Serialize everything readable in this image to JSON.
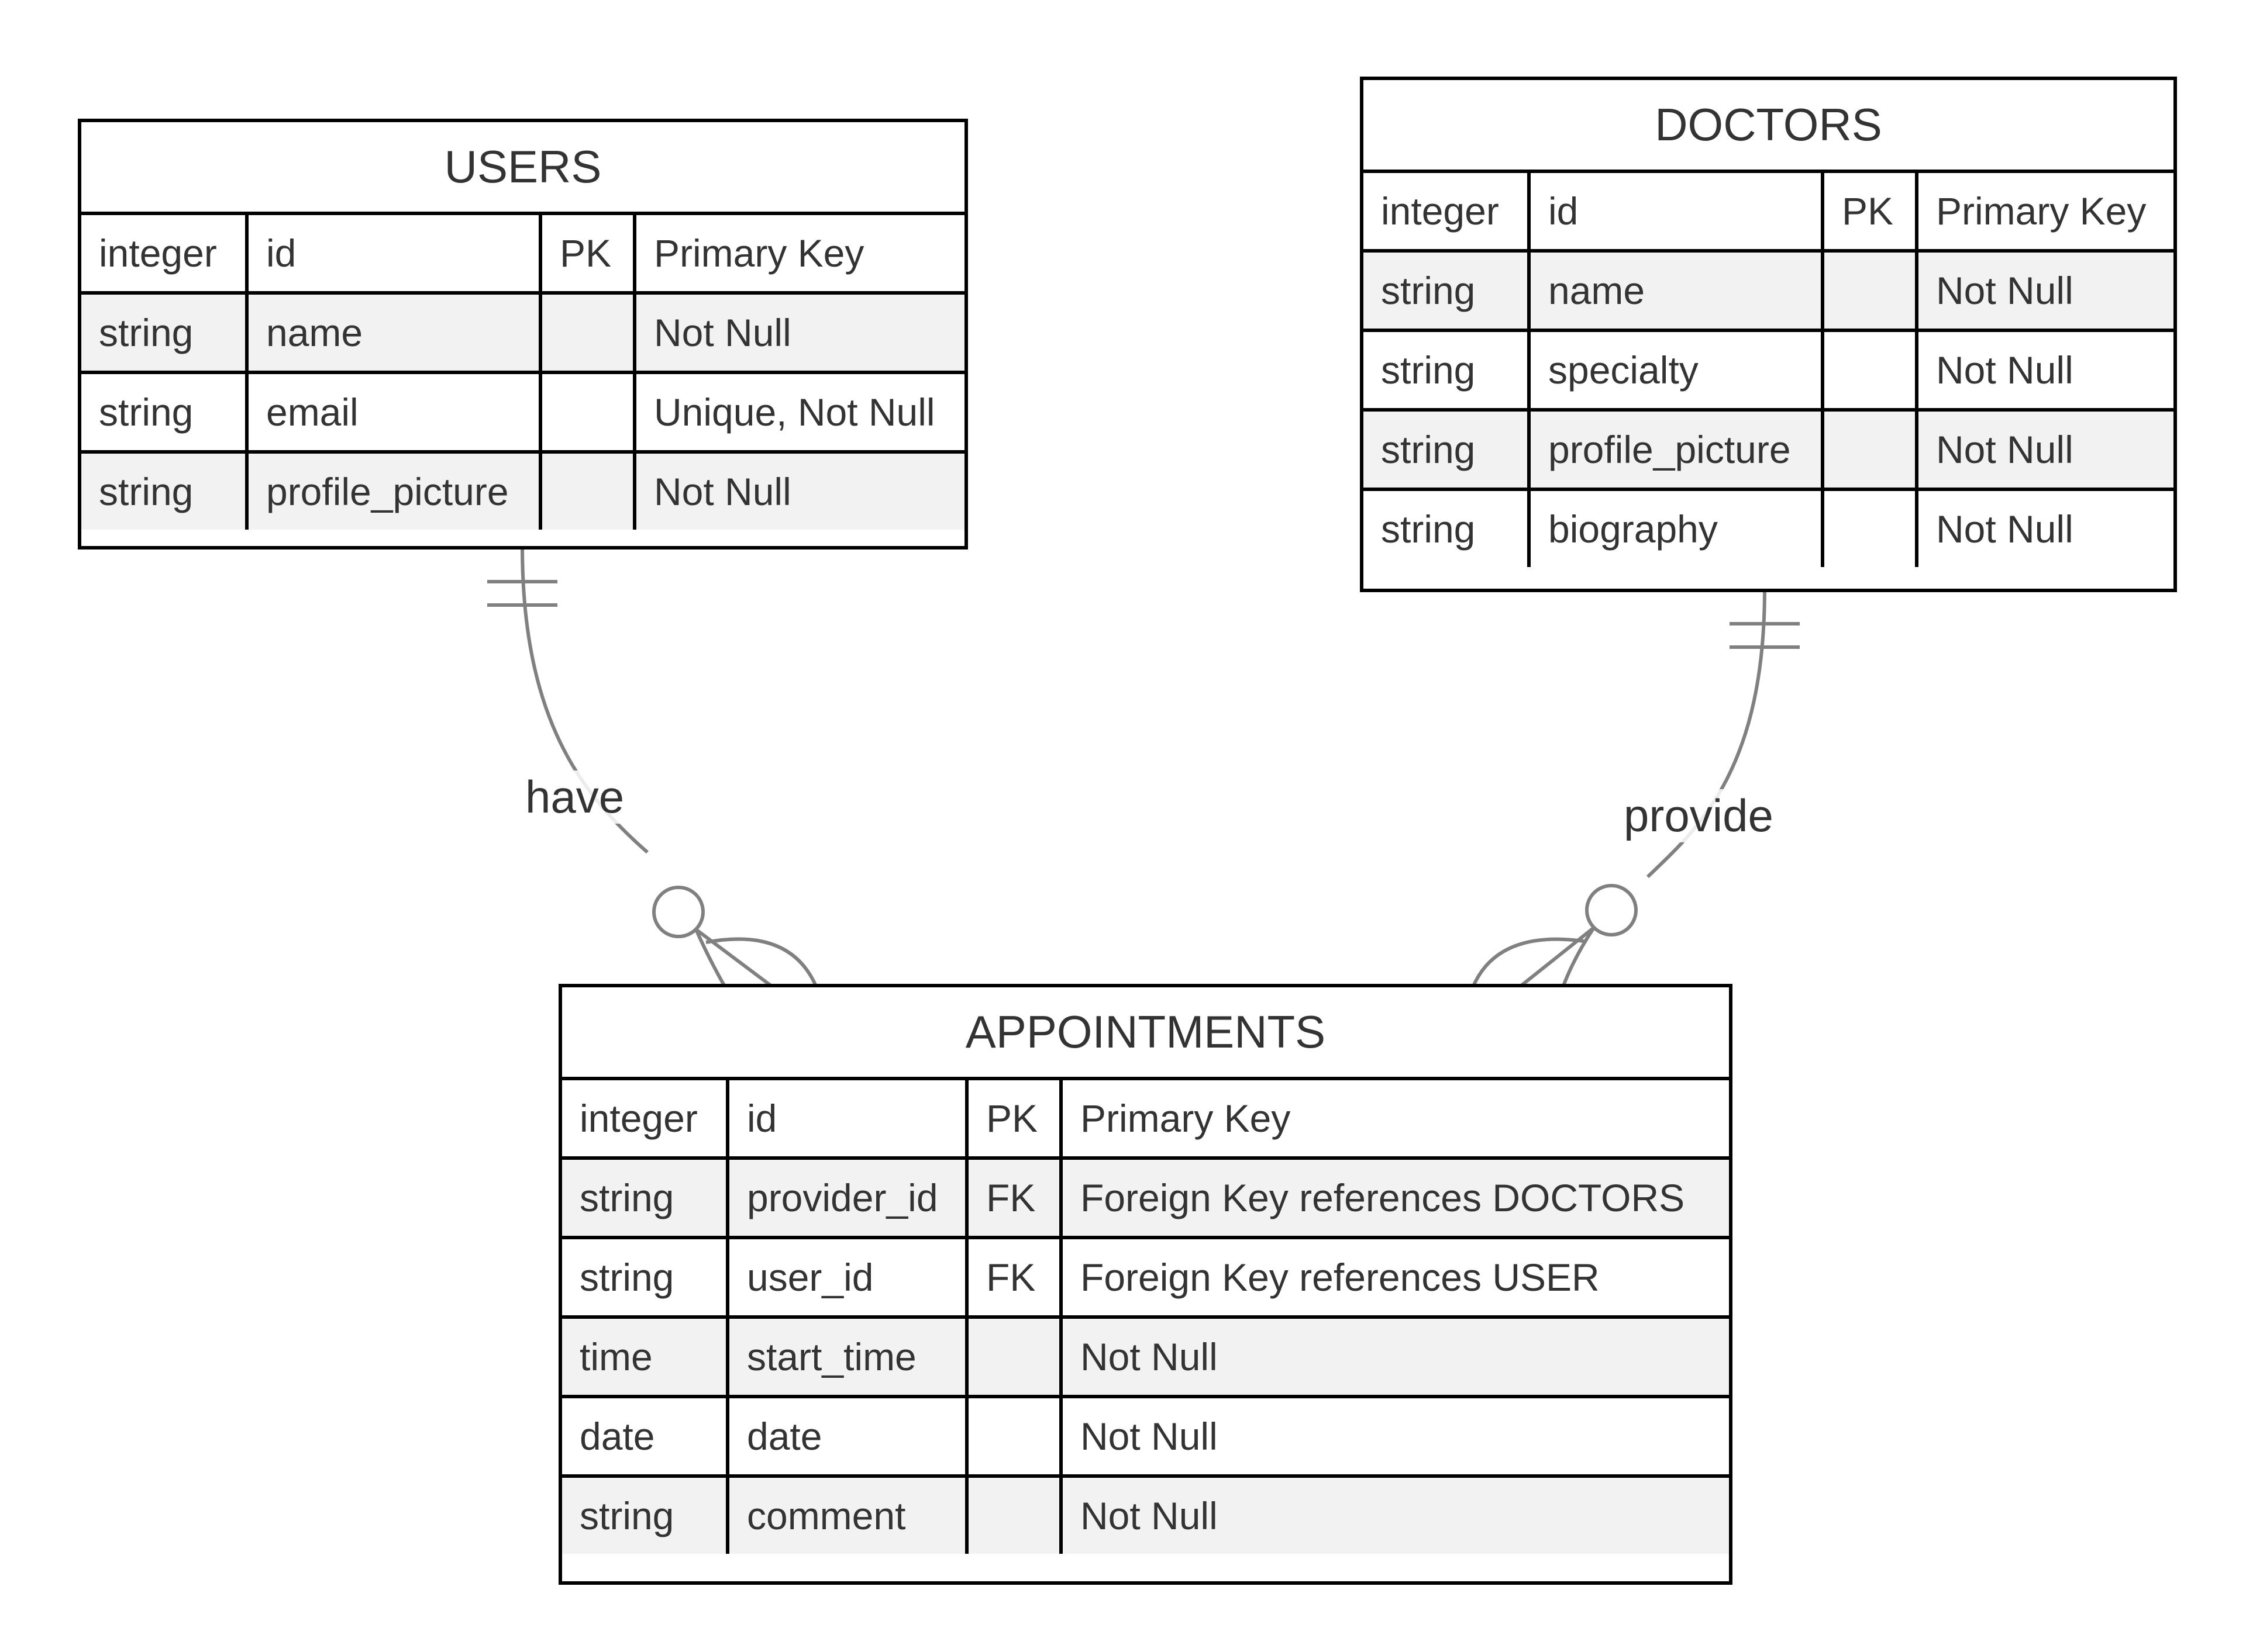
{
  "entities": {
    "users": {
      "title": "USERS",
      "rows": [
        {
          "type": "integer",
          "name": "id",
          "key": "PK",
          "comment": "Primary Key"
        },
        {
          "type": "string",
          "name": "name",
          "key": "",
          "comment": "Not Null"
        },
        {
          "type": "string",
          "name": "email",
          "key": "",
          "comment": "Unique, Not Null"
        },
        {
          "type": "string",
          "name": "profile_picture",
          "key": "",
          "comment": "Not Null"
        }
      ]
    },
    "doctors": {
      "title": "DOCTORS",
      "rows": [
        {
          "type": "integer",
          "name": "id",
          "key": "PK",
          "comment": "Primary Key"
        },
        {
          "type": "string",
          "name": "name",
          "key": "",
          "comment": "Not Null"
        },
        {
          "type": "string",
          "name": "specialty",
          "key": "",
          "comment": "Not Null"
        },
        {
          "type": "string",
          "name": "profile_picture",
          "key": "",
          "comment": "Not Null"
        },
        {
          "type": "string",
          "name": "biography",
          "key": "",
          "comment": "Not Null"
        }
      ]
    },
    "appointments": {
      "title": "APPOINTMENTS",
      "rows": [
        {
          "type": "integer",
          "name": "id",
          "key": "PK",
          "comment": "Primary Key"
        },
        {
          "type": "string",
          "name": "provider_id",
          "key": "FK",
          "comment": "Foreign Key references DOCTORS"
        },
        {
          "type": "string",
          "name": "user_id",
          "key": "FK",
          "comment": "Foreign Key references USER"
        },
        {
          "type": "time",
          "name": "start_time",
          "key": "",
          "comment": "Not Null"
        },
        {
          "type": "date",
          "name": "date",
          "key": "",
          "comment": "Not Null"
        },
        {
          "type": "string",
          "name": "comment",
          "key": "",
          "comment": "Not Null"
        }
      ]
    }
  },
  "relationships": [
    {
      "from": "USERS",
      "to": "APPOINTMENTS",
      "label": "have",
      "from_cardinality": "exactly-one",
      "to_cardinality": "zero-or-many"
    },
    {
      "from": "DOCTORS",
      "to": "APPOINTMENTS",
      "label": "provide",
      "from_cardinality": "exactly-one",
      "to_cardinality": "zero-or-many"
    }
  ],
  "colors": {
    "border": "#000000",
    "text": "#333333",
    "row_alt": "#f2f2f2",
    "connector": "#808080"
  }
}
